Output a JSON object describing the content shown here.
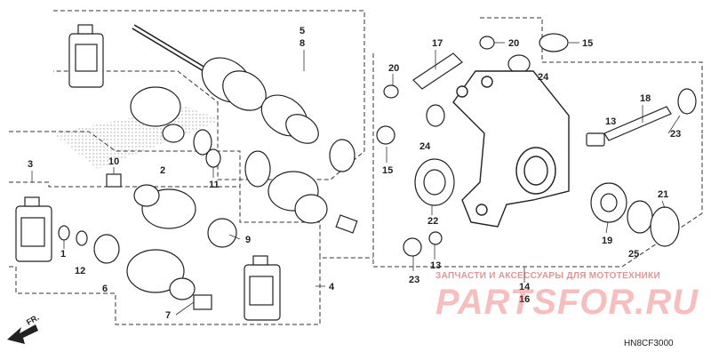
{
  "diagram": {
    "code": "HN8CF3000",
    "direction_label": "FR.",
    "watermark": {
      "line1": "ЗАПЧАСТИ И АКСЕССУАРЫ ДЛЯ МОТОТЕХНИКИ",
      "brand": "PARTSFOR.RU"
    },
    "callouts": [
      "5",
      "8",
      "17",
      "20",
      "15",
      "20",
      "24",
      "18",
      "13",
      "23",
      "3",
      "10",
      "2",
      "11",
      "1",
      "12",
      "6",
      "9",
      "7",
      "4",
      "15",
      "24",
      "22",
      "13",
      "23",
      "14",
      "16",
      "19",
      "25",
      "21"
    ]
  }
}
